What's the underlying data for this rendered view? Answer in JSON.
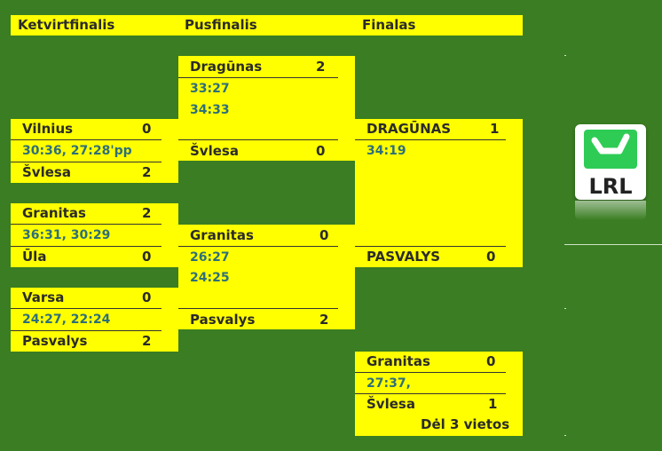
{
  "headers": [
    "Ketvirtfinalis",
    "Pusfinalis",
    "Finalas"
  ],
  "quarterfinals": [
    {
      "team1": "Vilnius",
      "score1": "0",
      "result": "30:36, 27:28'pp",
      "team2": "Švlesa",
      "score2": "2"
    },
    {
      "team1": "Granitas",
      "score1": "2",
      "result": "36:31, 30:29",
      "team2": "Ūla",
      "score2": "0"
    },
    {
      "team1": "Varsa",
      "score1": "0",
      "result": "24:27, 22:24",
      "team2": "Pasvalys",
      "score2": "2"
    }
  ],
  "semifinals": [
    {
      "team1": "Dragūnas",
      "score1": "2",
      "results": [
        "33:27",
        "34:33"
      ],
      "team2": "Švlesa",
      "score2": "0"
    },
    {
      "team1": "Granitas",
      "score1": "0",
      "results": [
        "26:27",
        "24:25"
      ],
      "team2": "Pasvalys",
      "score2": "2"
    }
  ],
  "final": {
    "team1": "DRAGŪNAS",
    "score1": "1",
    "result": "34:19",
    "team2": "PASVALYS",
    "score2": "0"
  },
  "third_place": {
    "team1": "Granitas",
    "score1": "0",
    "result": "27:37,",
    "team2": "Švlesa",
    "score2": "1",
    "note": "Dėl 3 vietos"
  },
  "logo": {
    "text": "LRL",
    "icon": "lrl-logo-icon"
  },
  "colors": {
    "background": "#3a7d22",
    "box": "#ffff00",
    "result_text": "#2e6f7a",
    "logo_green": "#2ecc55"
  }
}
